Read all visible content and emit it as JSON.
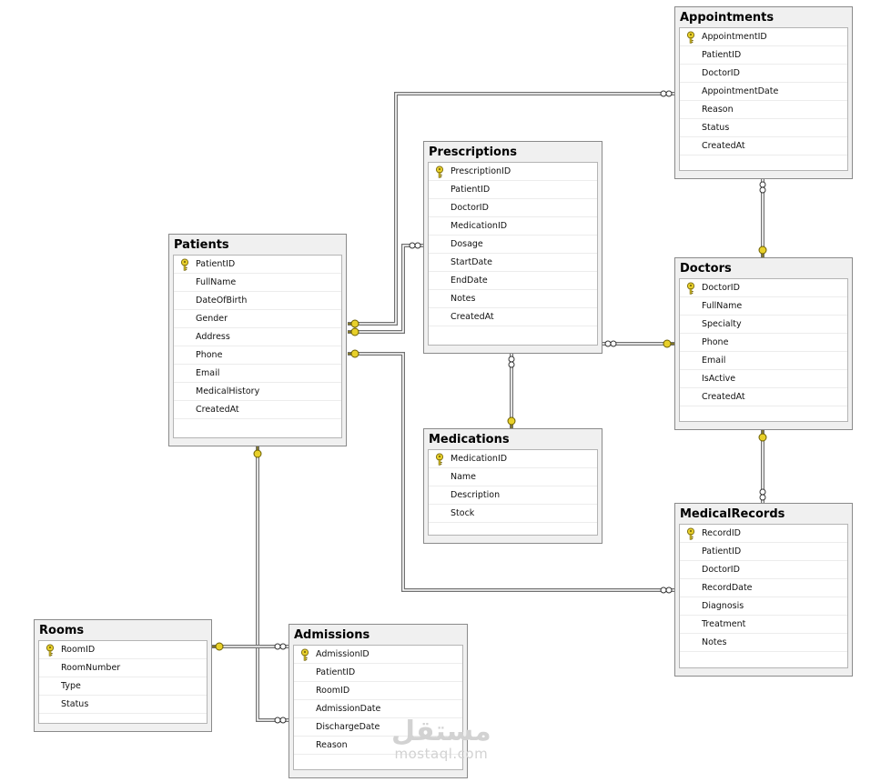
{
  "tables": [
    {
      "id": "appointments",
      "title": "Appointments",
      "columns": [
        "AppointmentID",
        "PatientID",
        "DoctorID",
        "AppointmentDate",
        "Reason",
        "Status",
        "CreatedAt"
      ],
      "primary_key": "AppointmentID"
    },
    {
      "id": "prescriptions",
      "title": "Prescriptions",
      "columns": [
        "PrescriptionID",
        "PatientID",
        "DoctorID",
        "MedicationID",
        "Dosage",
        "StartDate",
        "EndDate",
        "Notes",
        "CreatedAt"
      ],
      "primary_key": "PrescriptionID"
    },
    {
      "id": "patients",
      "title": "Patients",
      "columns": [
        "PatientID",
        "FullName",
        "DateOfBirth",
        "Gender",
        "Address",
        "Phone",
        "Email",
        "MedicalHistory",
        "CreatedAt"
      ],
      "primary_key": "PatientID"
    },
    {
      "id": "doctors",
      "title": "Doctors",
      "columns": [
        "DoctorID",
        "FullName",
        "Specialty",
        "Phone",
        "Email",
        "IsActive",
        "CreatedAt"
      ],
      "primary_key": "DoctorID"
    },
    {
      "id": "medications",
      "title": "Medications",
      "columns": [
        "MedicationID",
        "Name",
        "Description",
        "Stock"
      ],
      "primary_key": "MedicationID"
    },
    {
      "id": "medicalrecords",
      "title": "MedicalRecords",
      "columns": [
        "RecordID",
        "PatientID",
        "DoctorID",
        "RecordDate",
        "Diagnosis",
        "Treatment",
        "Notes"
      ],
      "primary_key": "RecordID"
    },
    {
      "id": "rooms",
      "title": "Rooms",
      "columns": [
        "RoomID",
        "RoomNumber",
        "Type",
        "Status"
      ],
      "primary_key": "RoomID"
    },
    {
      "id": "admissions",
      "title": "Admissions",
      "columns": [
        "AdmissionID",
        "PatientID",
        "RoomID",
        "AdmissionDate",
        "DischargeDate",
        "Reason"
      ],
      "primary_key": "AdmissionID"
    }
  ],
  "relationships": [
    {
      "from": "patients",
      "to": "appointments"
    },
    {
      "from": "patients",
      "to": "prescriptions"
    },
    {
      "from": "patients",
      "to": "medicalrecords"
    },
    {
      "from": "patients",
      "to": "admissions"
    },
    {
      "from": "doctors",
      "to": "appointments"
    },
    {
      "from": "doctors",
      "to": "prescriptions"
    },
    {
      "from": "doctors",
      "to": "medicalrecords"
    },
    {
      "from": "medications",
      "to": "prescriptions"
    },
    {
      "from": "rooms",
      "to": "admissions"
    }
  ],
  "watermark": {
    "arabic": "مستقل",
    "latin": "mostaql.com"
  },
  "colors": {
    "key": "#e8d02a",
    "line": "#707070",
    "header_bg": "#f0f0f0",
    "border": "#8a8a8a"
  },
  "icons": {
    "primary_key": "key-icon"
  }
}
